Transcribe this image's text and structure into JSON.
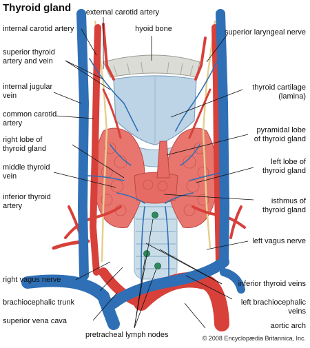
{
  "title": "Thyroid gland",
  "labels": {
    "external_carotid_artery": "external carotid artery",
    "internal_carotid_artery": "internal carotid artery",
    "hyoid_bone": "hyoid bone",
    "superior_laryngeal_nerve": "superior laryngeal nerve",
    "superior_thyroid_artery_vein": "superior thyroid\nartery and vein",
    "internal_jugular_vein": "internal jugular\nvein",
    "thyroid_cartilage": "thyroid cartilage\n(lamina)",
    "common_carotid_artery": "common carotid\nartery",
    "pyramidal_lobe": "pyramidal lobe\nof thyroid gland",
    "right_lobe": "right lobe of\nthyroid gland",
    "left_lobe": "left lobe of\nthyroid gland",
    "middle_thyroid_vein": "middle thyroid\nvein",
    "inferior_thyroid_artery": "inferior thyroid\nartery",
    "isthmus": "isthmus of\nthyroid gland",
    "left_vagus_nerve": "left vagus nerve",
    "right_vagus_nerve": "right vagus nerve",
    "inferior_thyroid_veins": "inferior thyroid veins",
    "brachiocephalic_trunk": "brachiocephalic trunk",
    "left_brachiocephalic_veins": "left brachiocephalic\nveins",
    "superior_vena_cava": "superior vena cava",
    "aortic_arch": "aortic arch",
    "pretracheal_lymph_nodes": "pretracheal lymph nodes"
  },
  "credit": "© 2008 Encyclopædia Britannica, Inc.",
  "colors": {
    "vein": "#2f6fb5",
    "artery": "#d8403a",
    "gland": "#e8766f",
    "cartilage": "#b9d3e6",
    "bone": "#d9d9d4",
    "nerve": "#e9d39a",
    "node": "#2e8a5e"
  }
}
